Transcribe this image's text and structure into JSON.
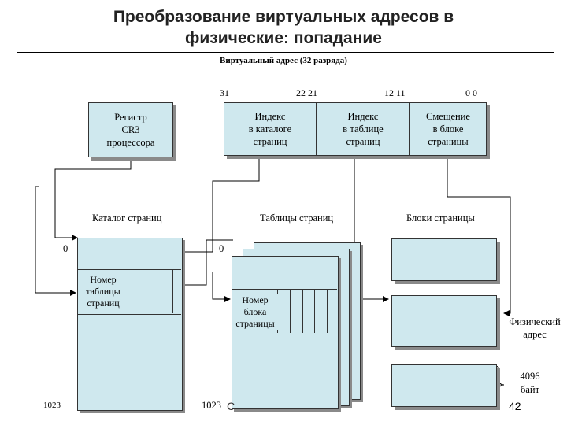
{
  "title_line1": "Преобразование виртуальных адресов в",
  "title_line2": "физические: попадание",
  "virtual_address_label": "Виртуальный адрес (32 разряда)",
  "bits": {
    "b31": "31",
    "b22_21": "22  21",
    "b12_11": "12  11",
    "b0_0": "0 0"
  },
  "register_cr3": "Регистр\nCR3\nпроцессора",
  "dir_index": "Индекс\nв каталоге\nстраниц",
  "table_index": "Индекс\nв таблице\nстраниц",
  "offset": "Смещение\nв блоке\nстраницы",
  "catalog_label": "Каталог  страниц",
  "tables_label": "Таблицы страниц",
  "frames_label": "Блоки страницы",
  "zero_left": "0",
  "zero_mid": "0",
  "pt_number": "Номер\nтаблицы\nстраниц",
  "frame_number": "Номер\nблока\nстраницы",
  "physical_address": "Физический\nадрес",
  "size_label": "4096\nбайт",
  "idx_1023_left": "1023",
  "idx_1023_mid": "1023",
  "cut_char": "С",
  "page_number": "42"
}
